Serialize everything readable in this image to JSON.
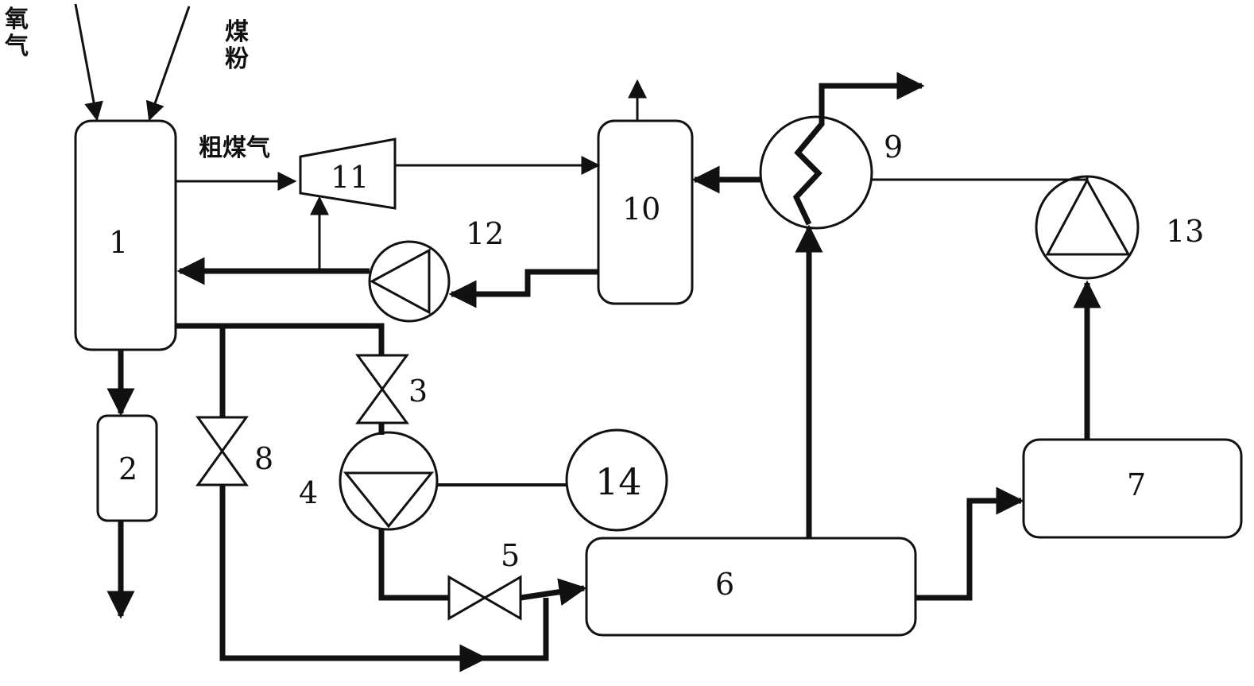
{
  "labels": {
    "oxygen_char1": "氧",
    "oxygen_char2": "气",
    "coal_char1": "煤",
    "coal_char2": "粉",
    "crude_gas": "粗煤气"
  },
  "units": {
    "u1": "1",
    "u2": "2",
    "u3": "3",
    "u4": "4",
    "u5": "5",
    "u6": "6",
    "u7": "7",
    "u8": "8",
    "u9": "9",
    "u10": "10",
    "u11": "11",
    "u12": "12",
    "u13": "13",
    "u14": "14"
  }
}
